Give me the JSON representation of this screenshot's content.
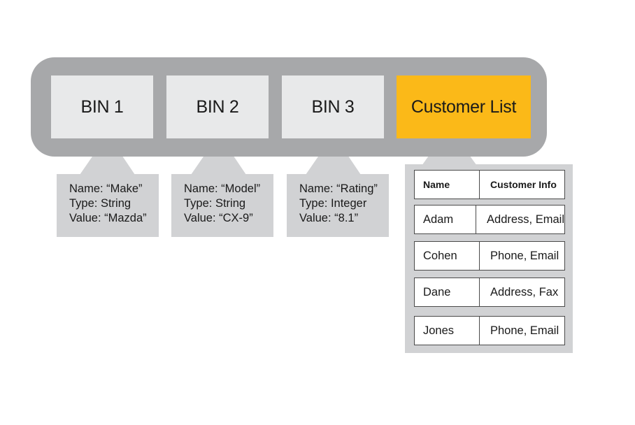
{
  "bins": [
    {
      "label": "BIN 1",
      "info": {
        "name": "Name: “Make”",
        "type": "Type: String",
        "value": "Value: “Mazda”"
      }
    },
    {
      "label": "BIN 2",
      "info": {
        "name": "Name: “Model”",
        "type": "Type: String",
        "value": "Value: “CX-9”"
      }
    },
    {
      "label": "BIN 3",
      "info": {
        "name": "Name: “Rating”",
        "type": "Type: Integer",
        "value": "Value: “8.1”"
      }
    }
  ],
  "customer_list": {
    "label": "Customer List",
    "table": {
      "headers": [
        "Name",
        "Customer Info"
      ],
      "rows": [
        [
          "Adam",
          "Address, Email"
        ],
        [
          "Cohen",
          "Phone, Email"
        ],
        [
          "Dane",
          "Address, Fax"
        ],
        [
          "Jones",
          "Phone, Email"
        ]
      ]
    }
  },
  "colors": {
    "record": "#a7a8aa",
    "bin": "#e8e9ea",
    "highlight": "#fbb918",
    "callout": "#d1d2d4"
  }
}
